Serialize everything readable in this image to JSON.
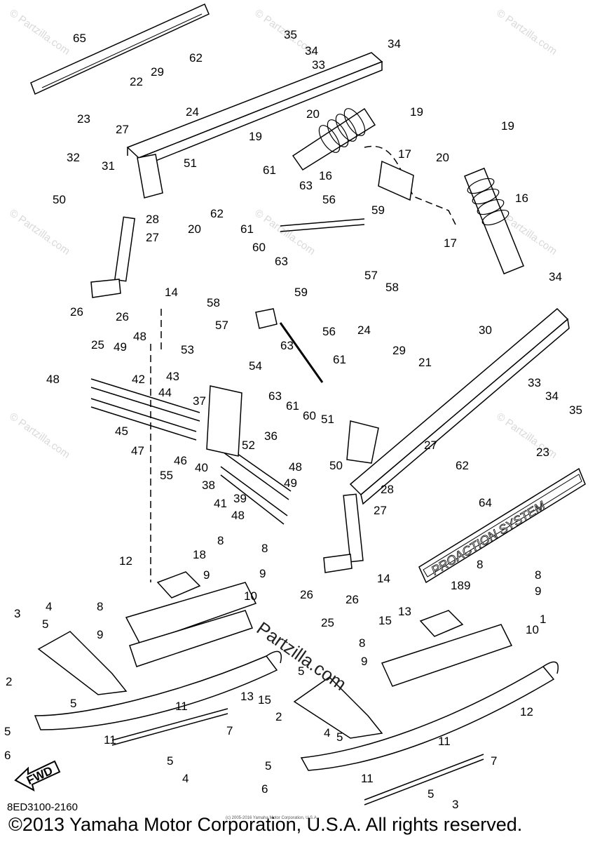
{
  "diagram": {
    "part_numbers": [
      "1",
      "2",
      "3",
      "4",
      "5",
      "6",
      "7",
      "8",
      "9",
      "10",
      "11",
      "12",
      "13",
      "14",
      "15",
      "16",
      "17",
      "18",
      "19",
      "20",
      "21",
      "22",
      "23",
      "24",
      "25",
      "26",
      "27",
      "28",
      "29",
      "30",
      "31",
      "32",
      "33",
      "34",
      "35",
      "36",
      "37",
      "38",
      "39",
      "40",
      "41",
      "42",
      "43",
      "44",
      "45",
      "46",
      "47",
      "48",
      "49",
      "50",
      "51",
      "52",
      "53",
      "54",
      "55",
      "56",
      "57",
      "58",
      "59",
      "60",
      "61",
      "62",
      "63",
      "64",
      "65"
    ],
    "decal_text": "PROACTION SYSTEM",
    "fwd_label": "FWD",
    "drawing_code": "8ED3100-2160",
    "copyright": "©2013 Yamaha Motor Corporation, U.S.A. All rights reserved.",
    "tiny_credit": "(c) 2005-2016 Yamaha Motor Corporation, U.S.A.",
    "watermark": "© Partzilla.com",
    "watermark_center": "Partzilla.com"
  }
}
